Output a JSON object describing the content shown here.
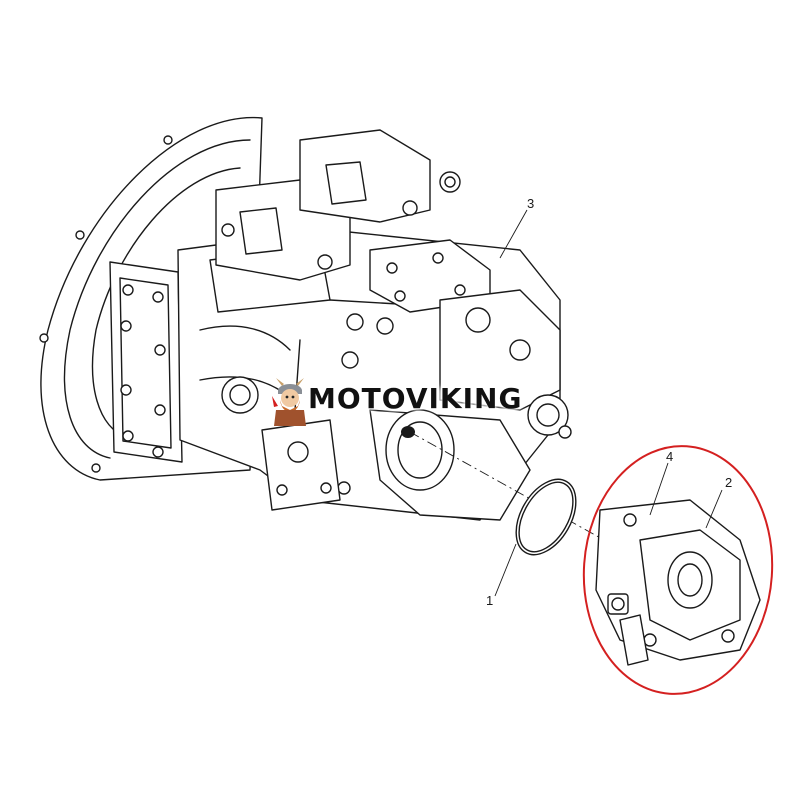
{
  "watermark": {
    "brand": "MOTOVIKING",
    "logo": "viking-mascot-logo"
  },
  "callouts": [
    {
      "id": "1",
      "label": "1"
    },
    {
      "id": "2",
      "label": "2"
    },
    {
      "id": "3",
      "label": "3"
    },
    {
      "id": "4",
      "label": "4"
    }
  ],
  "colors": {
    "line": "#1a1a1a",
    "highlight": "#d42020",
    "background": "#ffffff"
  }
}
